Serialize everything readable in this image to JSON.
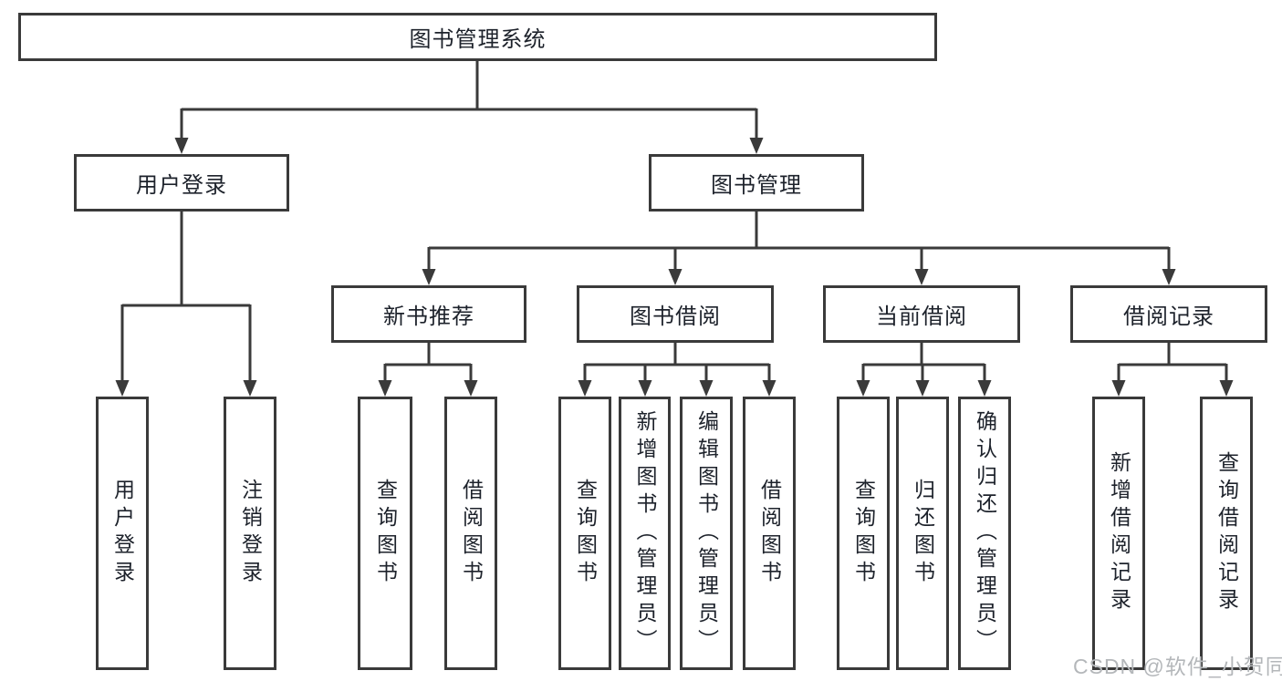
{
  "diagram": {
    "root": {
      "label": "图书管理系统"
    },
    "branches": [
      {
        "label": "用户登录",
        "children": [
          {
            "label": "用户登录"
          },
          {
            "label": "注销登录"
          }
        ]
      },
      {
        "label": "图书管理",
        "children": [
          {
            "label": "新书推荐",
            "children": [
              {
                "label": "查询图书"
              },
              {
                "label": "借阅图书"
              }
            ]
          },
          {
            "label": "图书借阅",
            "children": [
              {
                "label": "查询图书"
              },
              {
                "label": "新增图书（管理员）"
              },
              {
                "label": "编辑图书（管理员）"
              },
              {
                "label": "借阅图书"
              }
            ]
          },
          {
            "label": "当前借阅",
            "children": [
              {
                "label": "查询图书"
              },
              {
                "label": "归还图书"
              },
              {
                "label": "确认归还（管理员）"
              }
            ]
          },
          {
            "label": "借阅记录",
            "children": [
              {
                "label": "新增借阅记录"
              },
              {
                "label": "查询借阅记录"
              }
            ]
          }
        ]
      }
    ]
  },
  "watermark": {
    "text": "CSDN @软件_小贺同学"
  },
  "colors": {
    "line": "#3a3a3a",
    "text": "#1d222b",
    "background": "#ffffff",
    "watermark": "#b4b7ba"
  }
}
